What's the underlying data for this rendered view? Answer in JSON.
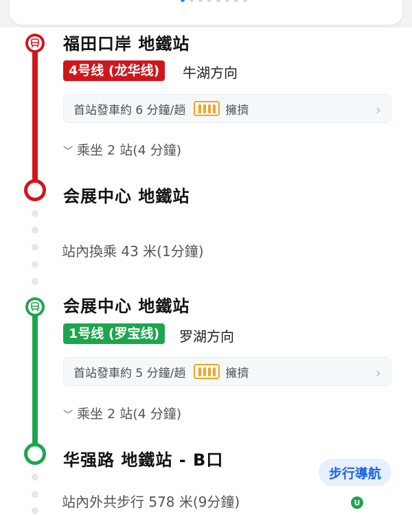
{
  "colors": {
    "line4": "#d0161b",
    "line1": "#1ca64c",
    "accent": "#1a66e6",
    "crowd": "#f3a422"
  },
  "pager": {
    "count": 8,
    "active_index": 0
  },
  "segments": [
    {
      "station_from": "福田口岸 地鐵站",
      "line_label": "4号线 (龙华线)",
      "direction": "牛湖方向",
      "departure_info": "首站發車約 6 分鐘/趟",
      "crowd_status": "擁擠",
      "ride_summary": "乘坐 2 站(4 分鐘)",
      "station_to": "会展中心 地鐵站"
    },
    {
      "station_from": "会展中心 地鐵站",
      "line_label": "1号线 (罗宝线)",
      "direction": "罗湖方向",
      "departure_info": "首站發車約 5 分鐘/趟",
      "crowd_status": "擁擠",
      "ride_summary": "乘坐 2 站(4 分鐘)",
      "station_to": "华强路 地鐵站 - B口"
    }
  ],
  "transfer_text": "站內換乘 43 米(1分鐘)",
  "walk_text": "站內外共步行 578 米(9分鐘)",
  "walk_nav_label": "步行導航",
  "icons": {
    "metro": "metro-train-icon",
    "crowd": "crowd-people-icon",
    "chevron": "chevron-right-icon",
    "expand": "chevron-down-icon"
  }
}
